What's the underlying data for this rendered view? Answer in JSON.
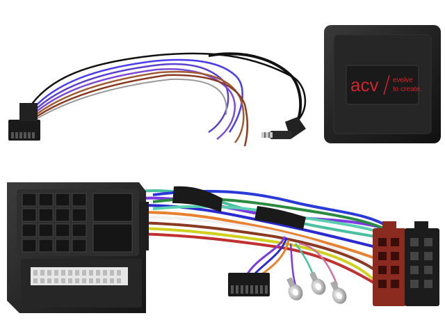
{
  "product": {
    "brand": "acv",
    "slogan_line1": "evolve",
    "slogan_line2": "to create."
  },
  "colors": {
    "brand_red": "#d0242c",
    "box_black": "#1c1c1c",
    "iso_red": "#8b2a1e"
  }
}
